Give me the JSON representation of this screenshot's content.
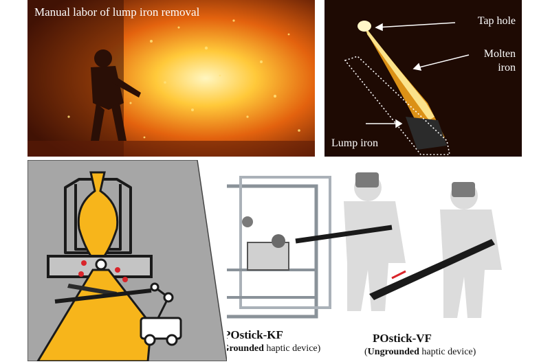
{
  "top_left_photo": {
    "caption": "Manual labor of lump iron removal"
  },
  "top_right_photo": {
    "labels": {
      "tap_hole": "Tap hole",
      "molten_iron_line1": "Molten",
      "molten_iron_line2": "iron",
      "lump_iron": "Lump iron"
    }
  },
  "devices": {
    "kf": {
      "name": "POstick-KF",
      "desc_bold": "Grounded",
      "desc_rest": " haptic device)",
      "open_paren": "("
    },
    "vf": {
      "name": "POstick-VF",
      "desc_bold": "Ungrounded",
      "desc_rest": " haptic device)",
      "open_paren": "("
    }
  },
  "colors": {
    "molten": "#f7b51b",
    "schematic_bg": "#a6a6a6",
    "frame": "#9aa1a8",
    "silhouette": "#d8d8d8",
    "stick": "#1a1a1a"
  }
}
